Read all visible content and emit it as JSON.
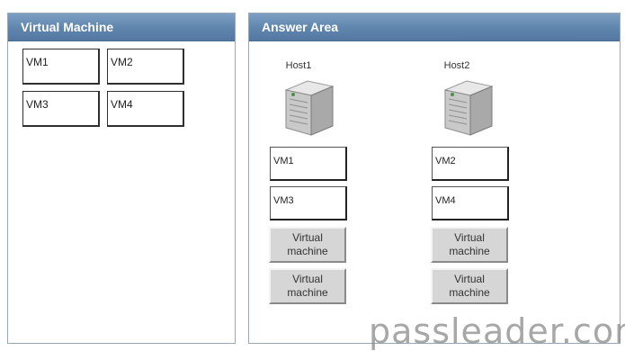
{
  "left_panel": {
    "title": "Virtual Machine",
    "items": [
      {
        "label": "VM1"
      },
      {
        "label": "VM2"
      },
      {
        "label": "VM3"
      },
      {
        "label": "VM4"
      }
    ]
  },
  "right_panel": {
    "title": "Answer Area",
    "hosts": [
      {
        "name": "Host1",
        "icon": "server-icon",
        "slots": [
          "VM1",
          "VM3"
        ],
        "placeholders": [
          "Virtual\nmachine",
          "Virtual\nmachine"
        ]
      },
      {
        "name": "Host2",
        "icon": "server-icon",
        "slots": [
          "VM2",
          "VM4"
        ],
        "placeholders": [
          "Virtual\nmachine",
          "Virtual\nmachine"
        ]
      }
    ]
  },
  "watermark": "passleader.com"
}
